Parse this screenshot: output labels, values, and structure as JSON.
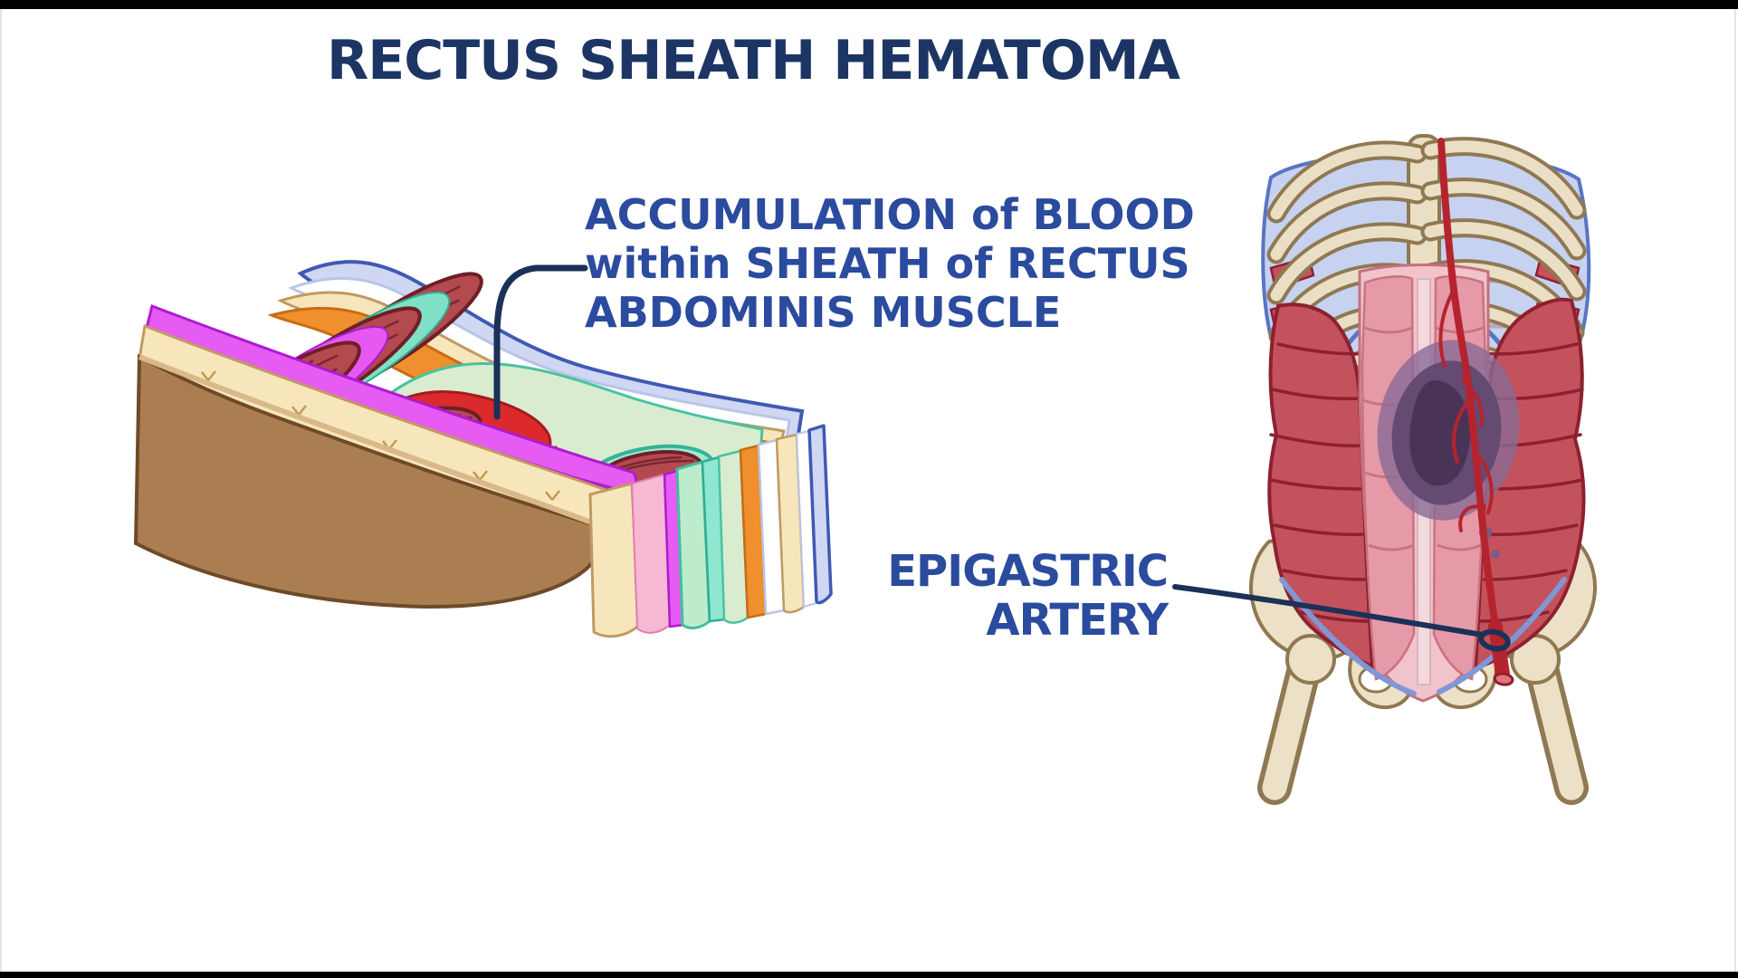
{
  "title": {
    "text": "RECTUS SHEATH HEMATOMA"
  },
  "annotations": {
    "accumulation": {
      "line1": "ACCUMULATION of BLOOD",
      "line2": "within SHEATH of RECTUS",
      "line3": "ABDOMINIS MUSCLE"
    },
    "epigastric": {
      "line1": "EPIGASTRIC",
      "line2": "ARTERY"
    }
  },
  "colors": {
    "title": "#1c3564",
    "annotation": "#2a4b9e",
    "leader": "#1a3158",
    "hematoma_blood": "#dc2a2c",
    "hematoma_bruise": "#4a3456",
    "muscle_red": "#b34a50",
    "artery_red": "#b5242e"
  },
  "figures": {
    "cross_section": "abdominal-wall-layers-cross-section",
    "torso": "anterior-abdominal-wall-torso"
  }
}
